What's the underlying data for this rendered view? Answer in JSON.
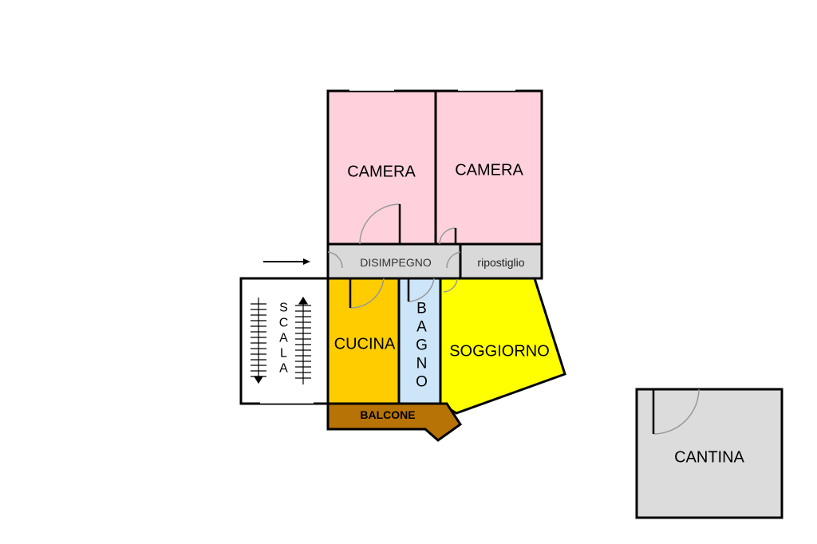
{
  "plan": {
    "rooms": {
      "camera_left": "CAMERA",
      "camera_right": "CAMERA",
      "disimpegno": "DISIMPEGNO",
      "ripostiglio": "ripostiglio",
      "scala": "SCALA",
      "cucina": "CUCINA",
      "bagno": "BAGNO",
      "soggiorno": "SOGGIORNO",
      "balcone": "BALCONE",
      "cantina": "CANTINA"
    },
    "colors": {
      "camera": "#ffd1dc",
      "disimpegno": "#d9d9d9",
      "cucina": "#ffcc00",
      "bagno": "#cce5f8",
      "soggiorno": "#ffff00",
      "balcone": "#b87306",
      "cantina": "#dcdcdc"
    }
  }
}
